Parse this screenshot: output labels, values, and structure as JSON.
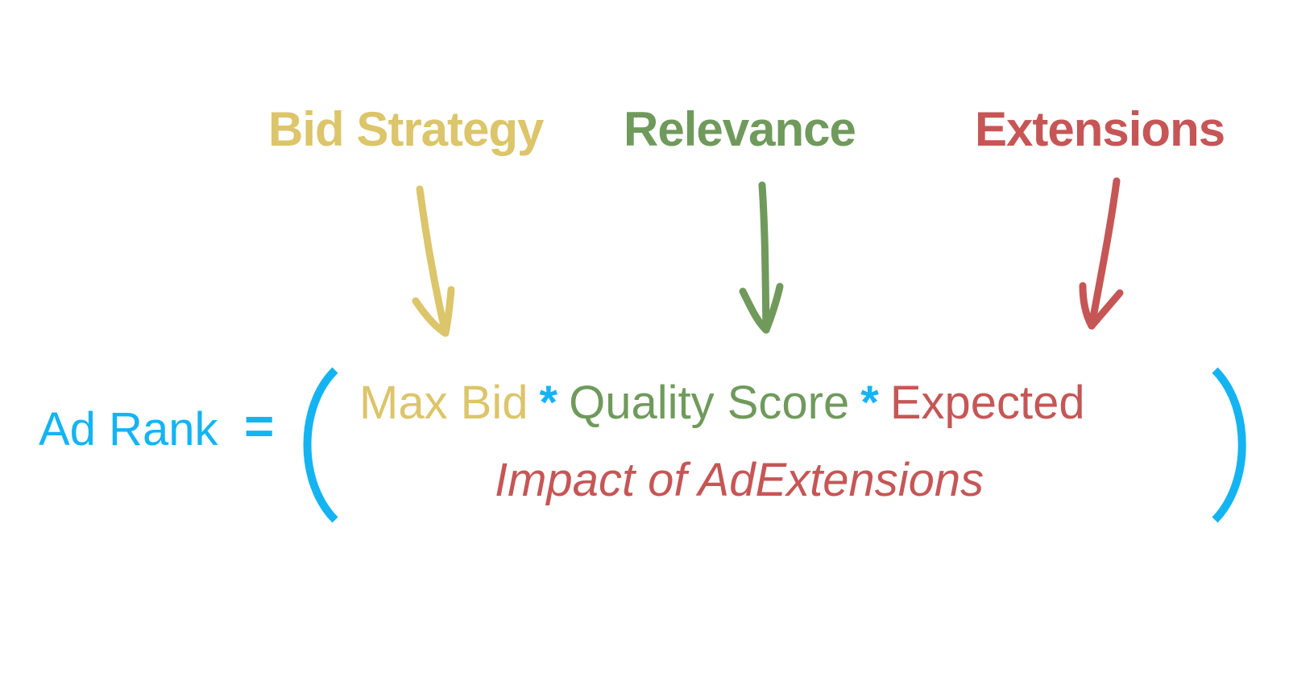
{
  "colors": {
    "bid": "#dcc56a",
    "relevance": "#6f9a5c",
    "extensions": "#c65656",
    "primary": "#14b4f2"
  },
  "labels": {
    "bid_strategy": "Bid Strategy",
    "relevance": "Relevance",
    "extensions": "Extensions"
  },
  "formula": {
    "lhs": "Ad Rank",
    "equals": "=",
    "max_bid": "Max Bid",
    "op1": "*",
    "quality_score": "Quality Score",
    "op2": "*",
    "expected": "Expected",
    "impact": "Impact of AdExtensions"
  },
  "icons": [
    "down-arrow-icon",
    "down-arrow-icon",
    "down-arrow-icon",
    "left-paren-icon",
    "right-paren-icon"
  ]
}
